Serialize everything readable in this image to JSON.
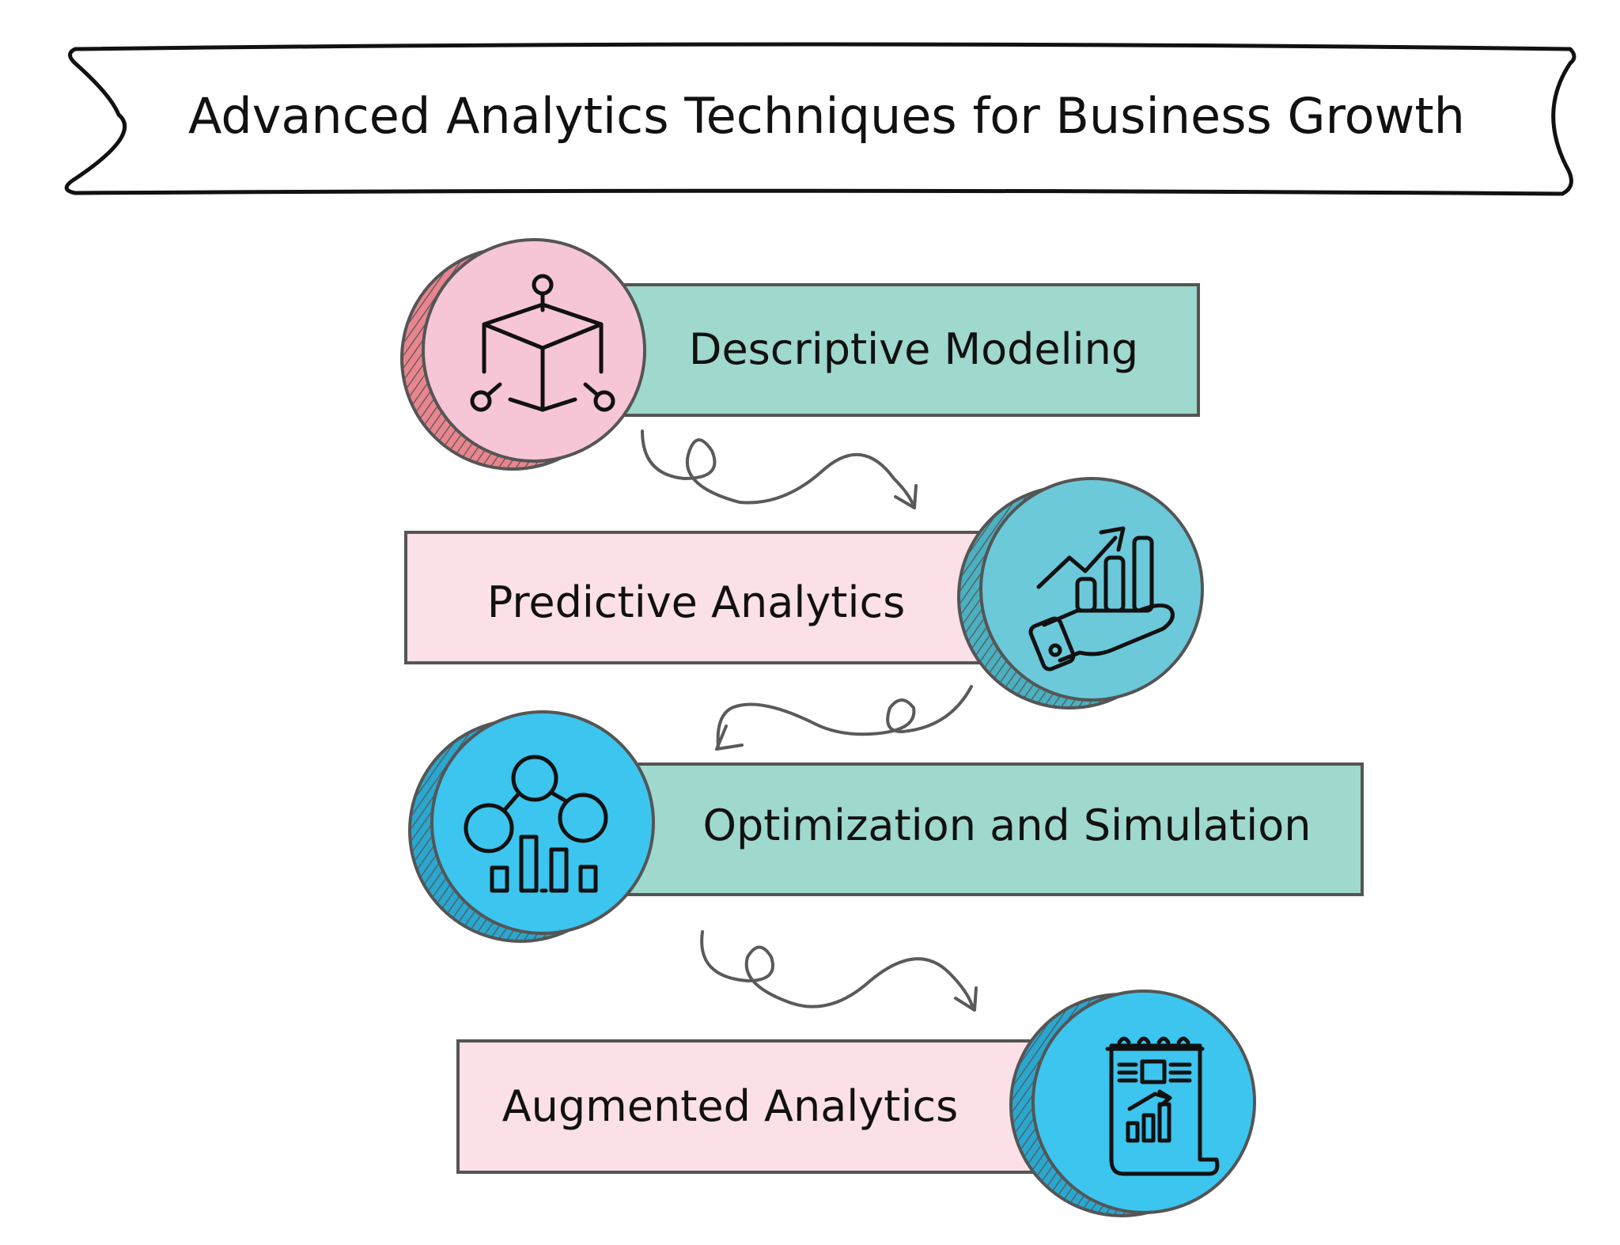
{
  "banner": {
    "title": "Advanced Analytics Techniques for Business Growth"
  },
  "steps": [
    {
      "label": "Descriptive Modeling",
      "icon": "cube-network-icon",
      "bar_color": "#9fd8cd",
      "coin_color": "#f6c6d6",
      "coin_edge_color": "#e8858f"
    },
    {
      "label": "Predictive Analytics",
      "icon": "hand-growth-chart-icon",
      "bar_color": "#fce0e8",
      "coin_color": "#6bc9da",
      "coin_edge_color": "#4bb0c0"
    },
    {
      "label": "Optimization and Simulation",
      "icon": "nodes-bar-chart-icon",
      "bar_color": "#9fd8cd",
      "coin_color": "#3cc5ee",
      "coin_edge_color": "#2aa7cf"
    },
    {
      "label": "Augmented Analytics",
      "icon": "report-scroll-chart-icon",
      "bar_color": "#fce0e8",
      "coin_color": "#3cc5ee",
      "coin_edge_color": "#2aa7cf"
    }
  ]
}
